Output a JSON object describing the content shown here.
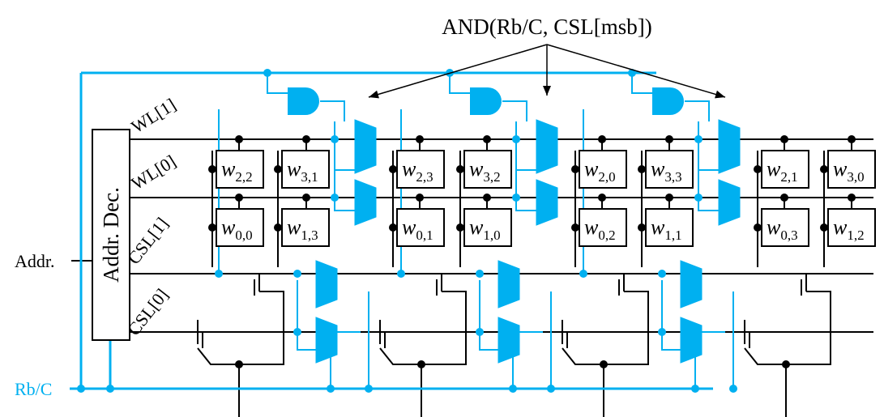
{
  "colors": {
    "wire": "#000000",
    "signal": "#00B0F0",
    "background": "#ffffff"
  },
  "labels": {
    "and_gate_caption": "AND(Rb/C, CSL[msb])",
    "decoder": "Addr. Dec.",
    "addr_input": "Addr.",
    "rbc_input": "Rb/C",
    "wl1": "WL[1]",
    "wl0": "WL[0]",
    "csl1": "CSL[1]",
    "csl0": "CSL[0]"
  },
  "cells": {
    "top_row": [
      {
        "base": "w",
        "sub": "2,2"
      },
      {
        "base": "w",
        "sub": "3,1"
      },
      {
        "base": "w",
        "sub": "2,3"
      },
      {
        "base": "w",
        "sub": "3,2"
      },
      {
        "base": "w",
        "sub": "2,0"
      },
      {
        "base": "w",
        "sub": "3,3"
      },
      {
        "base": "w",
        "sub": "2,1"
      },
      {
        "base": "w",
        "sub": "3,0"
      }
    ],
    "bottom_row": [
      {
        "base": "w",
        "sub": "0,0"
      },
      {
        "base": "w",
        "sub": "1,3"
      },
      {
        "base": "w",
        "sub": "0,1"
      },
      {
        "base": "w",
        "sub": "1,0"
      },
      {
        "base": "w",
        "sub": "0,2"
      },
      {
        "base": "w",
        "sub": "1,1"
      },
      {
        "base": "w",
        "sub": "0,3"
      },
      {
        "base": "w",
        "sub": "1,2"
      }
    ]
  }
}
